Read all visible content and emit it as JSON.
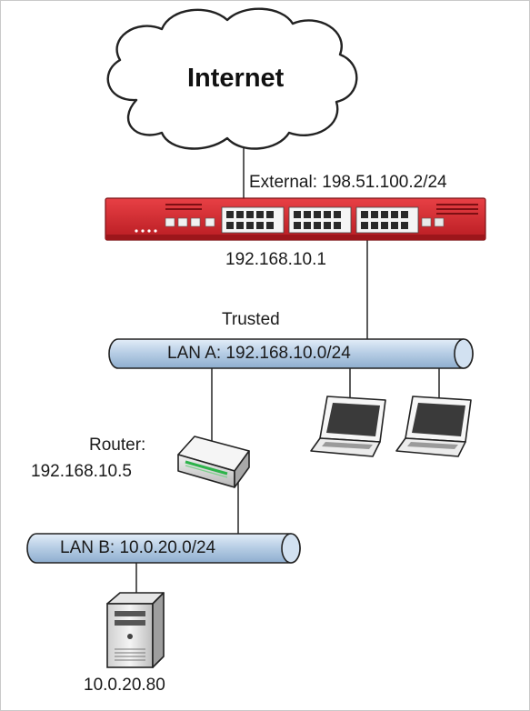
{
  "diagram": {
    "internet_label": "Internet",
    "firewall": {
      "external_label": "External: 198.51.100.2/24",
      "internal_ip_label": "192.168.10.1"
    },
    "lan_a": {
      "zone_label": "Trusted",
      "label": "LAN A: 192.168.10.0/24"
    },
    "router": {
      "label_line1": "Router:",
      "label_line2": "192.168.10.5"
    },
    "lan_b": {
      "label": "LAN B: 10.0.20.0/24"
    },
    "server": {
      "ip_label": "10.0.20.80"
    },
    "colors": {
      "firewall_red": "#d42a2f",
      "lan_pipe_blue": "#b9cfe6",
      "line": "#333333"
    },
    "icons": [
      "cloud-icon",
      "firewall-appliance-icon",
      "router-icon",
      "laptop-icon",
      "laptop-icon",
      "server-icon"
    ]
  }
}
